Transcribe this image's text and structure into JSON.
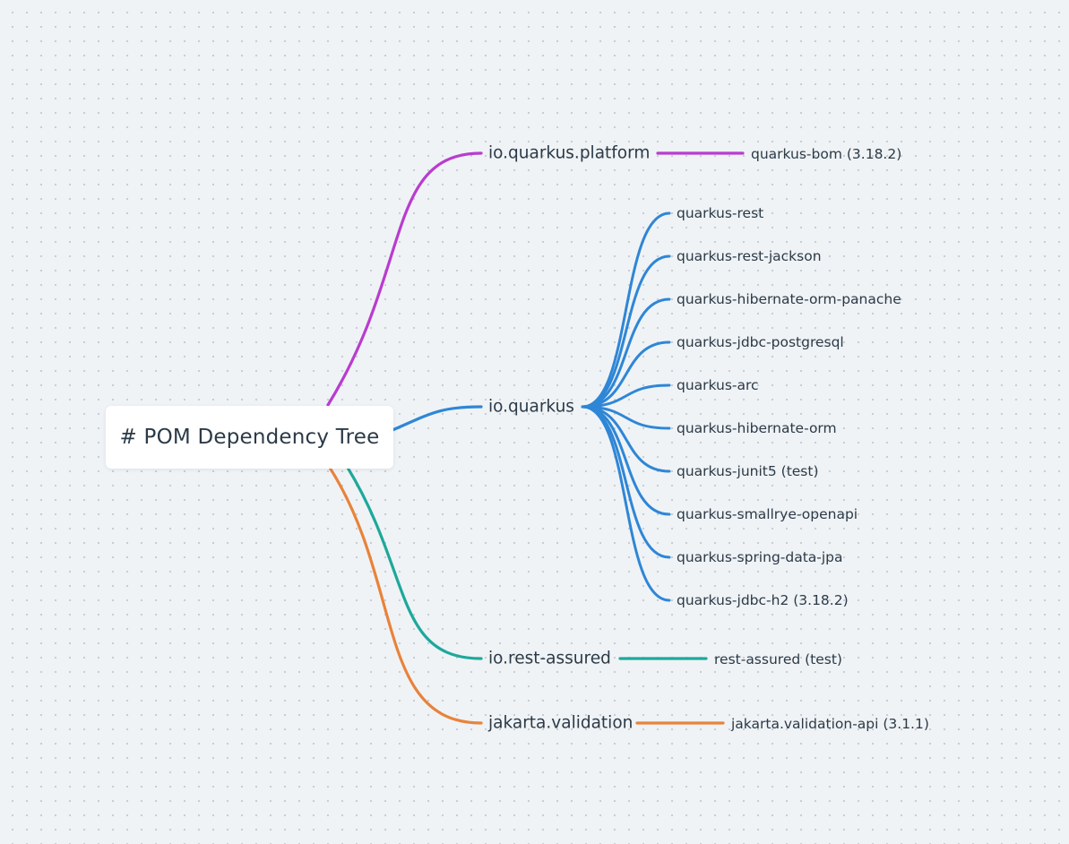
{
  "root": {
    "label": "# POM Dependency Tree"
  },
  "groups": [
    {
      "label": "io.quarkus.platform",
      "color": "#b93ccf",
      "children": [
        "quarkus-bom (3.18.2)"
      ]
    },
    {
      "label": "io.quarkus",
      "color": "#2f86d6",
      "children": [
        "quarkus-rest",
        "quarkus-rest-jackson",
        "quarkus-hibernate-orm-panache",
        "quarkus-jdbc-postgresql",
        "quarkus-arc",
        "quarkus-hibernate-orm",
        "quarkus-junit5 (test)",
        "quarkus-smallrye-openapi",
        "quarkus-spring-data-jpa",
        "quarkus-jdbc-h2 (3.18.2)"
      ]
    },
    {
      "label": "io.rest-assured",
      "color": "#1ea89a",
      "children": [
        "rest-assured (test)"
      ]
    },
    {
      "label": "jakarta.validation",
      "color": "#e8833a",
      "children": [
        "jakarta.validation-api (3.1.1)"
      ]
    }
  ]
}
